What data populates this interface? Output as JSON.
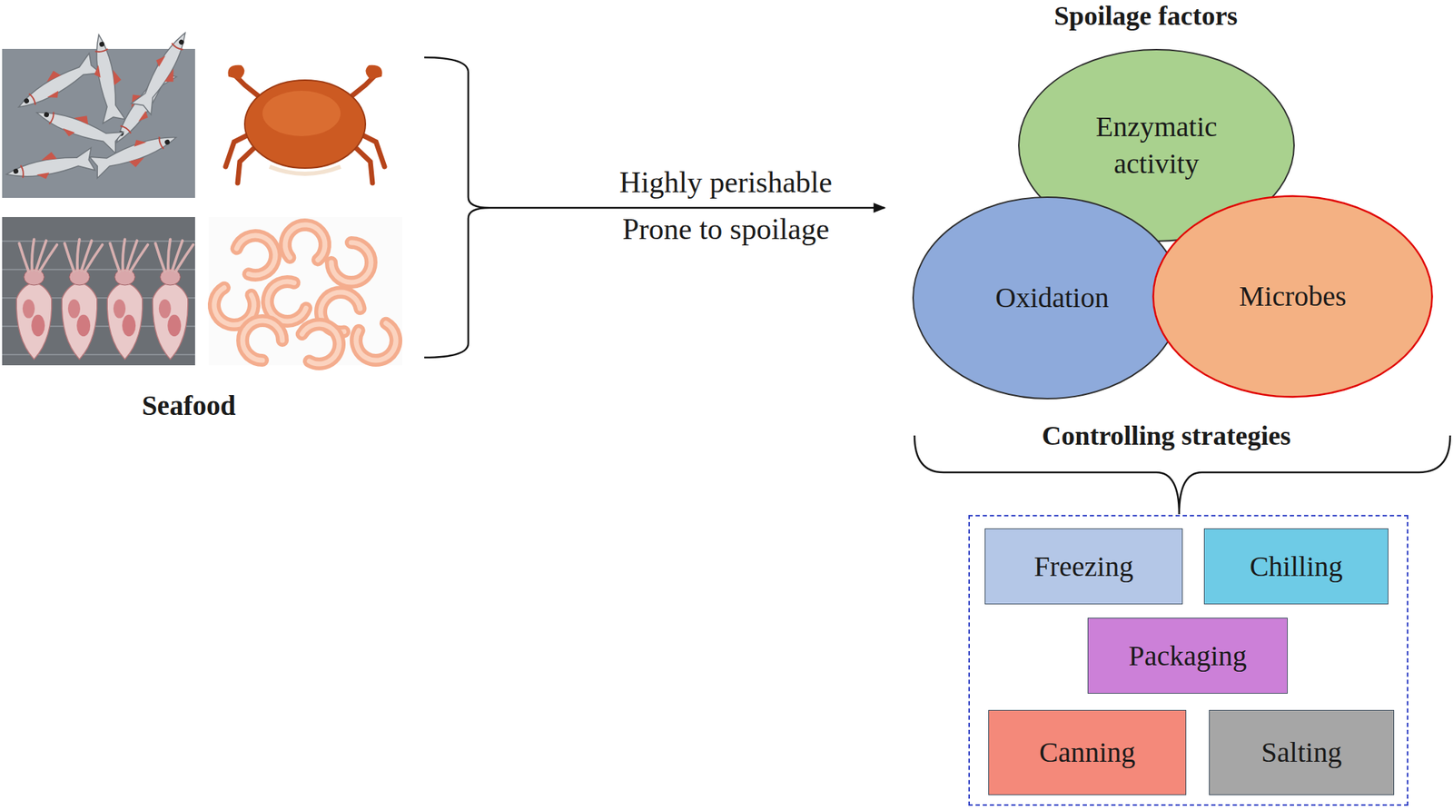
{
  "diagram": {
    "nodes": [
      {
        "text": [
          "Enzymatic activity"
        ]
      },
      {
        "text": [
          "Oxidation"
        ]
      },
      {
        "text": [
          "Microbes"
        ]
      },
      {
        "text": [
          "Controlling strategies"
        ]
      },
      {
        "text": [
          "Freezing"
        ],
        "in": 3
      },
      {
        "text": [
          "Chilling"
        ],
        "in": 3
      },
      {
        "text": [
          "Packaging"
        ],
        "in": 3
      },
      {
        "text": [
          "Canning"
        ],
        "in": 3
      },
      {
        "text": [
          "Salting"
        ],
        "in": 3
      }
    ],
    "labels": [
      "Spoilage factors",
      "Highly perishable",
      "Prone to spoilage",
      "Seafood"
    ]
  }
}
